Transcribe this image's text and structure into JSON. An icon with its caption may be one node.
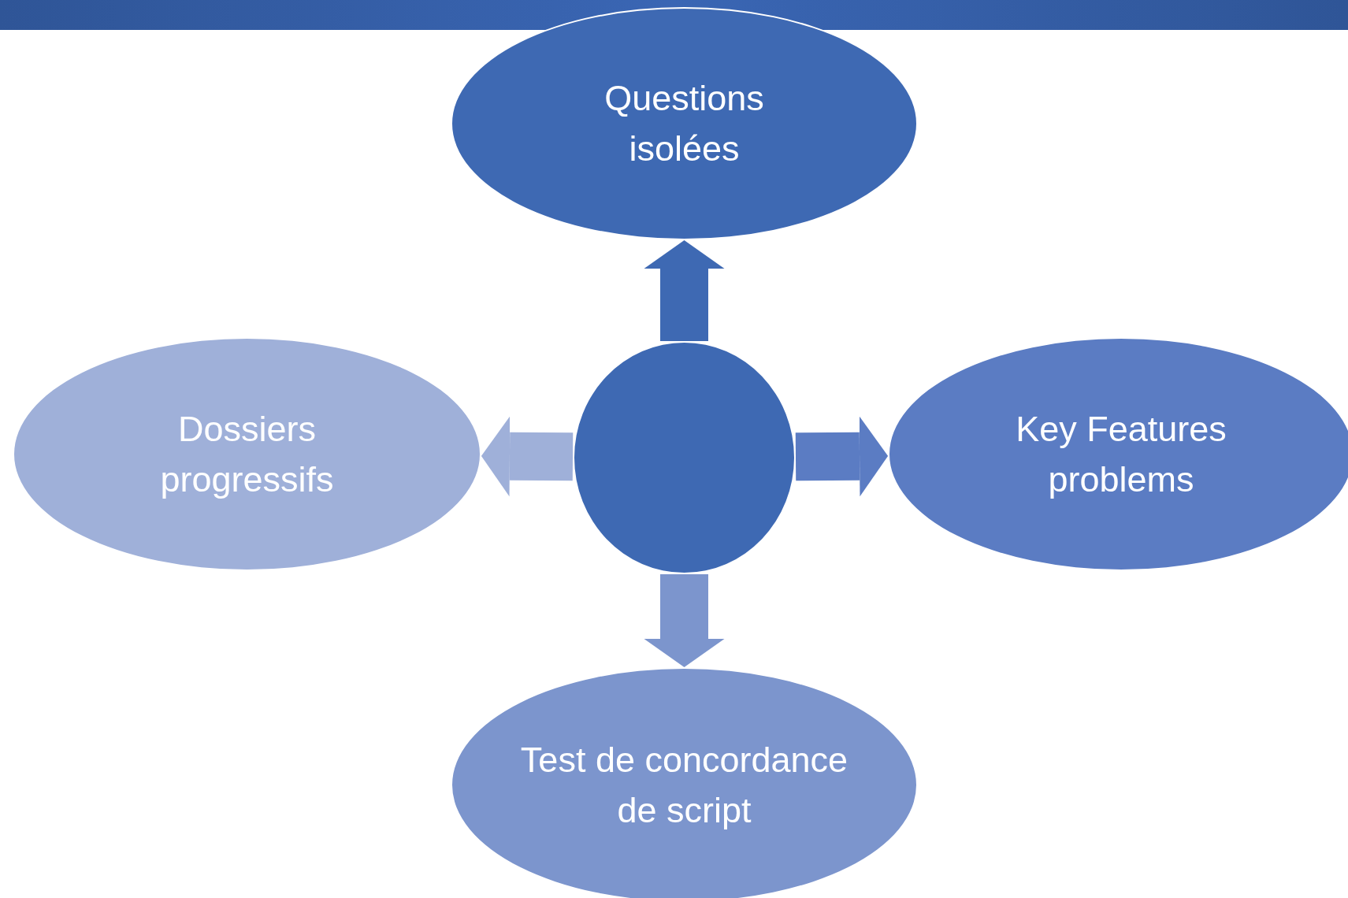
{
  "diagram": {
    "nodes": [
      {
        "text": [
          "Questions isolées"
        ]
      },
      {
        "text": [
          "Dossiers progressifs"
        ]
      },
      {
        "text": [],
        "shape": "circle"
      },
      {
        "text": [
          "Key Features problems"
        ]
      },
      {
        "text": [
          "Test de concordance de script"
        ]
      }
    ],
    "edges": [
      {
        "from": 2,
        "to": 0,
        "arrow": "to",
        "color": "#3e69b3"
      },
      {
        "from": 2,
        "to": 1,
        "arrow": "to",
        "color": "#9fb0d9"
      },
      {
        "from": 2,
        "to": 3,
        "arrow": "to",
        "color": "#5b7cc3"
      },
      {
        "from": 2,
        "to": 4,
        "arrow": "to",
        "color": "#7c95cd"
      }
    ]
  }
}
